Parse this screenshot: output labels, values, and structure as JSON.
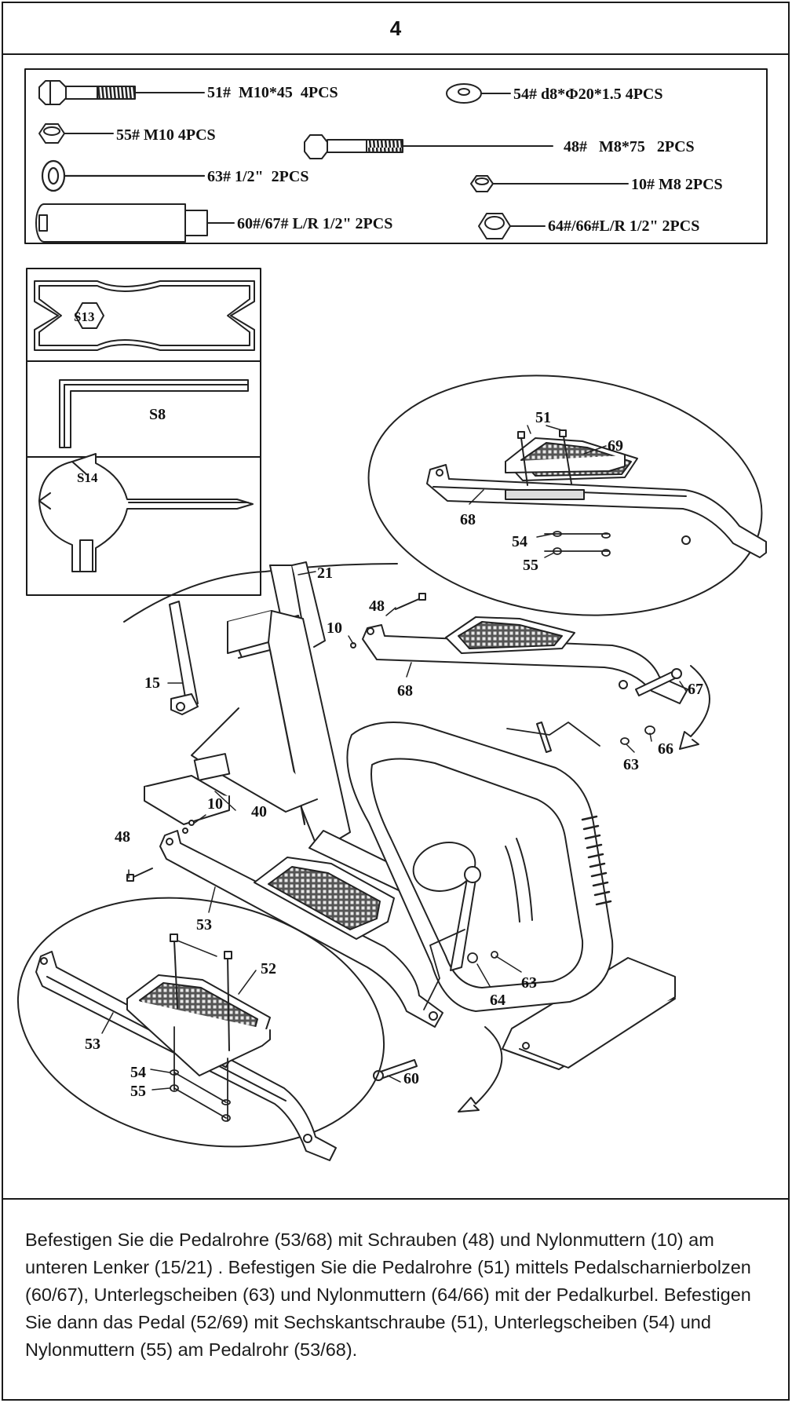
{
  "step": {
    "number": "4"
  },
  "hardware": [
    {
      "id": "51",
      "label": "51#  M10*45  4PCS"
    },
    {
      "id": "54",
      "label": "54# d8*Φ20*1.5 4PCS"
    },
    {
      "id": "55",
      "label": "55# M10 4PCS"
    },
    {
      "id": "48",
      "label": "48#   M8*75   2PCS"
    },
    {
      "id": "63",
      "label": "63# 1/2\"  2PCS"
    },
    {
      "id": "10",
      "label": "10# M8 2PCS"
    },
    {
      "id": "60_67",
      "label": "60#/67# L/R 1/2\" 2PCS"
    },
    {
      "id": "64_66",
      "label": "64#/66#L/R 1/2\" 2PCS"
    }
  ],
  "tools": [
    {
      "id": "s13",
      "label": "S13"
    },
    {
      "id": "s8",
      "label": "S8"
    },
    {
      "id": "s14",
      "label": "S14"
    }
  ],
  "callouts": {
    "upper_detail": [
      "51",
      "69",
      "68",
      "54",
      "55"
    ],
    "main": [
      "21",
      "48",
      "10",
      "15",
      "68",
      "67",
      "66",
      "63",
      "40",
      "10",
      "48",
      "53",
      "63",
      "64",
      "60"
    ],
    "lower_detail": [
      "52",
      "53",
      "54",
      "55"
    ]
  },
  "caption": {
    "text": "Befestigen Sie die Pedalrohre (53/68) mit Schrauben (48) und Nylonmuttern (10) am unteren Lenker (15/21) . Befestigen Sie die Pedalrohre (51) mittels Pedalscharnierbolzen (60/67), Unterlegscheiben (63) und Nylonmuttern (64/66) mit der Pedalkurbel. Befestigen Sie dann das Pedal (52/69) mit Sechskantschraube (51), Unterlegscheiben (54) und Nylonmuttern (55) am Pedalrohr (53/68)."
  }
}
